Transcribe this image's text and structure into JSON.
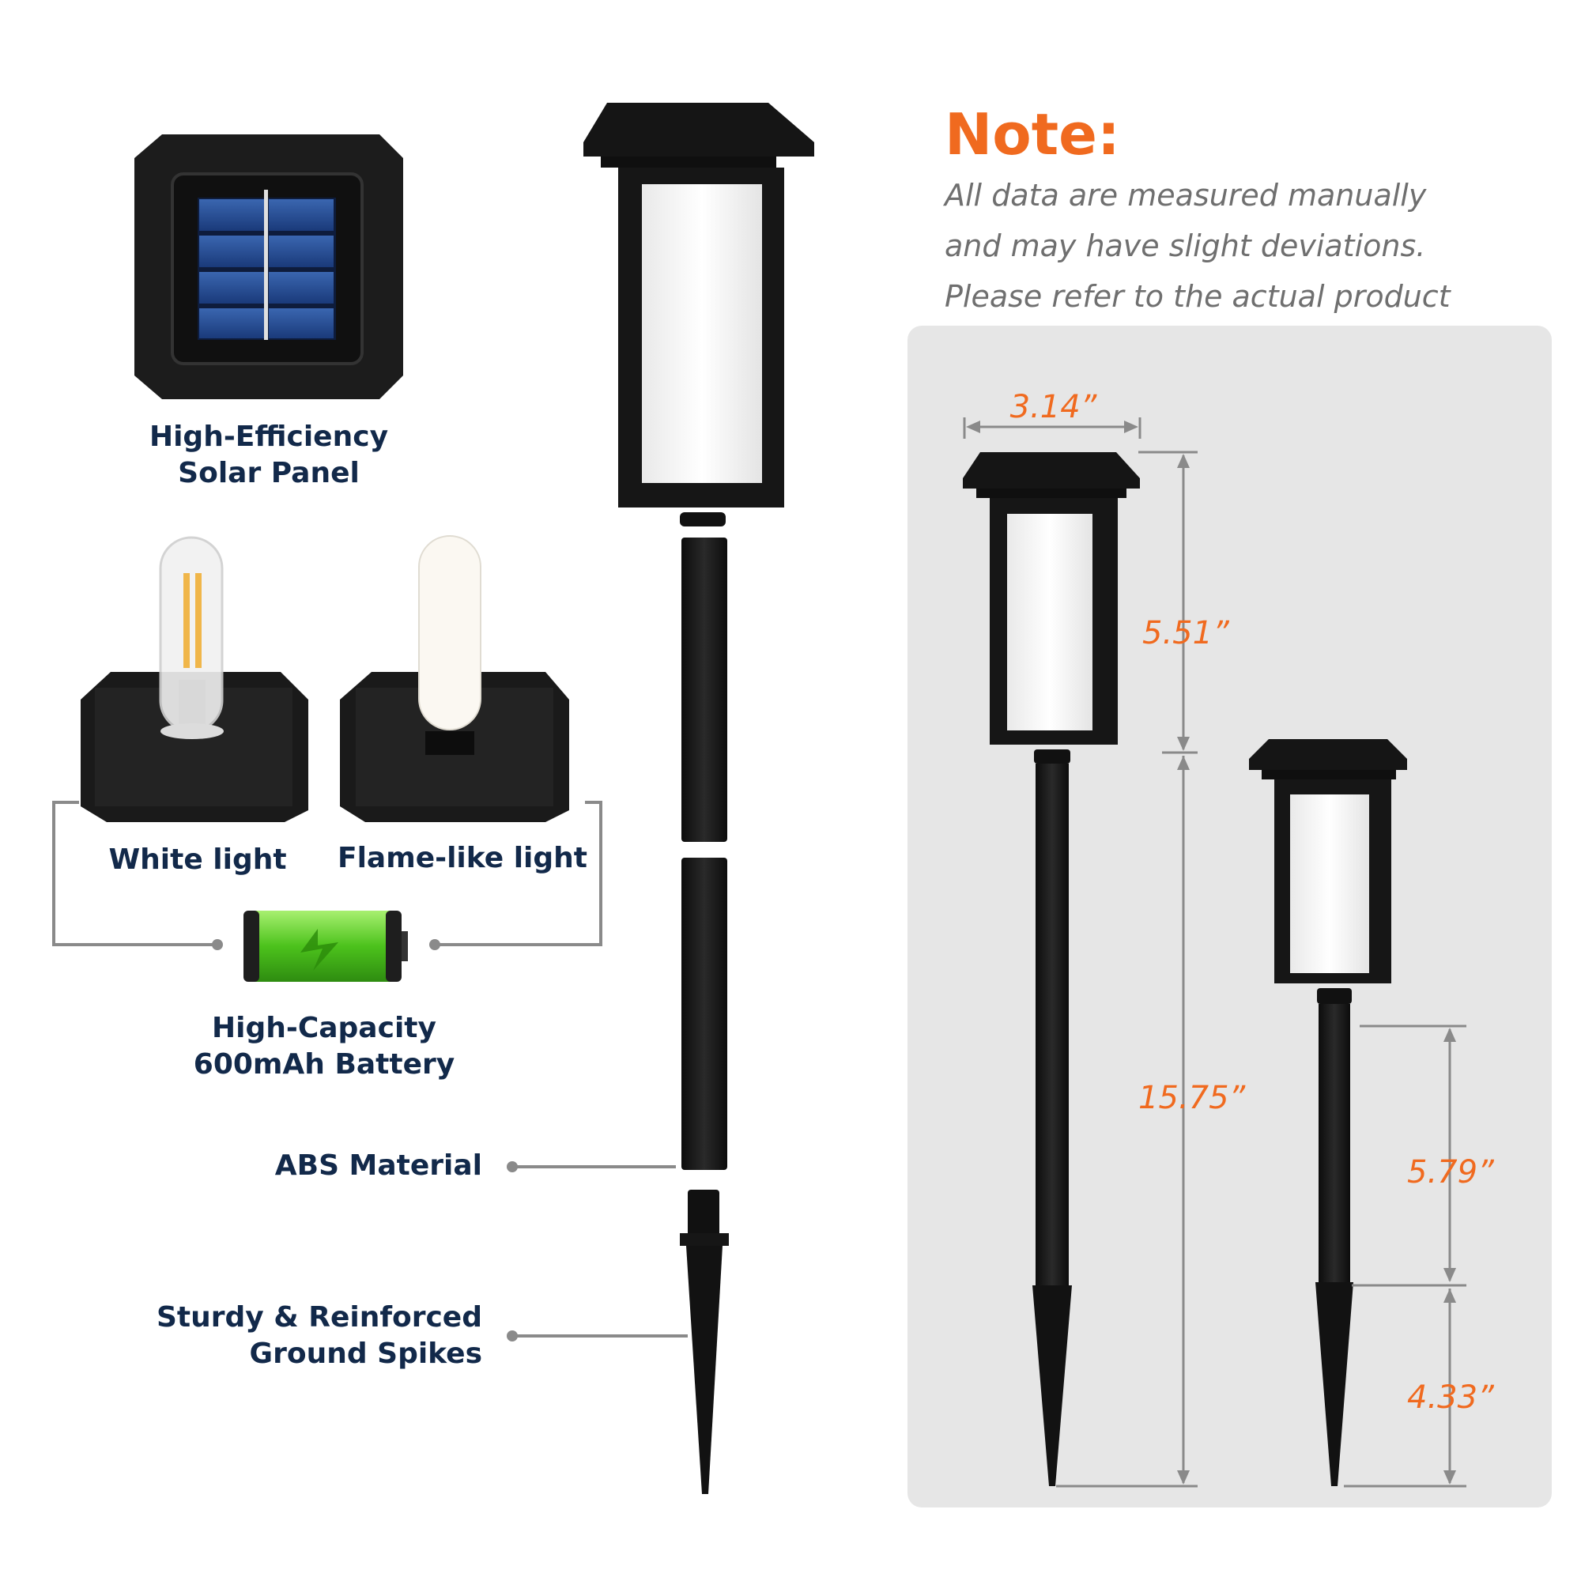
{
  "features": {
    "solar_panel": "High-Efficiency\nSolar Panel",
    "white_light": "White light",
    "flame_light": "Flame-like light",
    "battery": "High-Capacity\n600mAh Battery",
    "abs": "ABS Material",
    "spikes": "Sturdy & Reinforced\nGround Spikes"
  },
  "note": {
    "title": "Note:",
    "lines": [
      "All data are measured manually",
      "and may have slight deviations.",
      "Please refer to the actual product"
    ]
  },
  "dimensions": {
    "width": "3.14”",
    "head_height": "5.51”",
    "total_pole": "15.75”",
    "short_pole": "5.79”",
    "spike": "4.33”"
  },
  "colors": {
    "accent": "#f06a1f",
    "label": "#12294a",
    "note_text": "#6f6f6f",
    "panel_bg": "#e6e6e6"
  }
}
